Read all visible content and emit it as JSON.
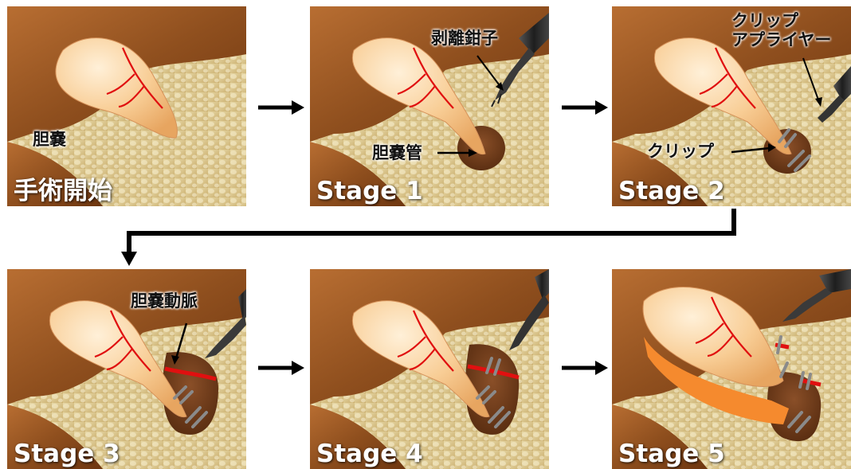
{
  "panels": [
    {
      "label": "手術開始"
    },
    {
      "label": "Stage 1"
    },
    {
      "label": "Stage 2"
    },
    {
      "label": "Stage 3"
    },
    {
      "label": "Stage 4"
    },
    {
      "label": "Stage 5"
    }
  ],
  "annotations": {
    "gallbladder": "胆嚢",
    "dissector": "剥離鉗子",
    "cystic_duct": "胆嚢管",
    "clip_applier_line1": "クリップ",
    "clip_applier_line2": "アプライヤー",
    "clip": "クリップ",
    "cystic_artery": "胆嚢動脈"
  },
  "colors": {
    "liver": "#8a4a1c",
    "tissue": "#dcc58e",
    "gallbladder": "#f7c98f",
    "vessel": "#e01010",
    "clip": "#8a8a8a",
    "detached_bed": "#f58a2e",
    "arrow": "#000000"
  }
}
